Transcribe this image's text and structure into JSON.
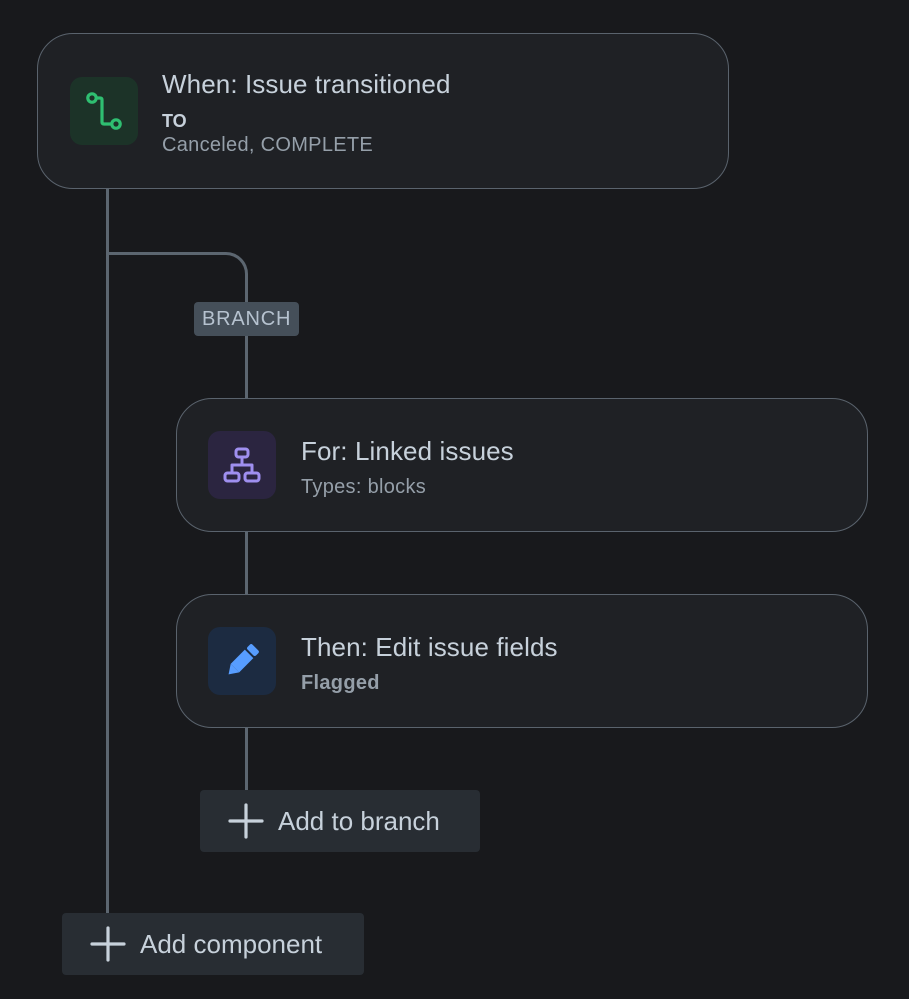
{
  "trigger": {
    "title": "When: Issue transitioned",
    "to_label": "TO",
    "statuses": "Canceled, COMPLETE",
    "icon": "transition-icon",
    "icon_color": "#2fbf71",
    "tile_color": "#1c3328"
  },
  "branch": {
    "badge": "BRANCH",
    "for": {
      "title": "For: Linked issues",
      "detail": "Types: blocks",
      "icon": "hierarchy-icon",
      "icon_color": "#9f8fef",
      "tile_color": "#2b2540"
    },
    "then": {
      "title": "Then: Edit issue fields",
      "detail": "Flagged",
      "icon": "pencil-icon",
      "icon_color": "#579dff",
      "tile_color": "#1c2b41"
    },
    "add_label": "Add to branch"
  },
  "add_component_label": "Add component",
  "colors": {
    "background": "#18191c",
    "card": "#1f2125",
    "connector": "#5c6670",
    "button": "#282d33"
  }
}
